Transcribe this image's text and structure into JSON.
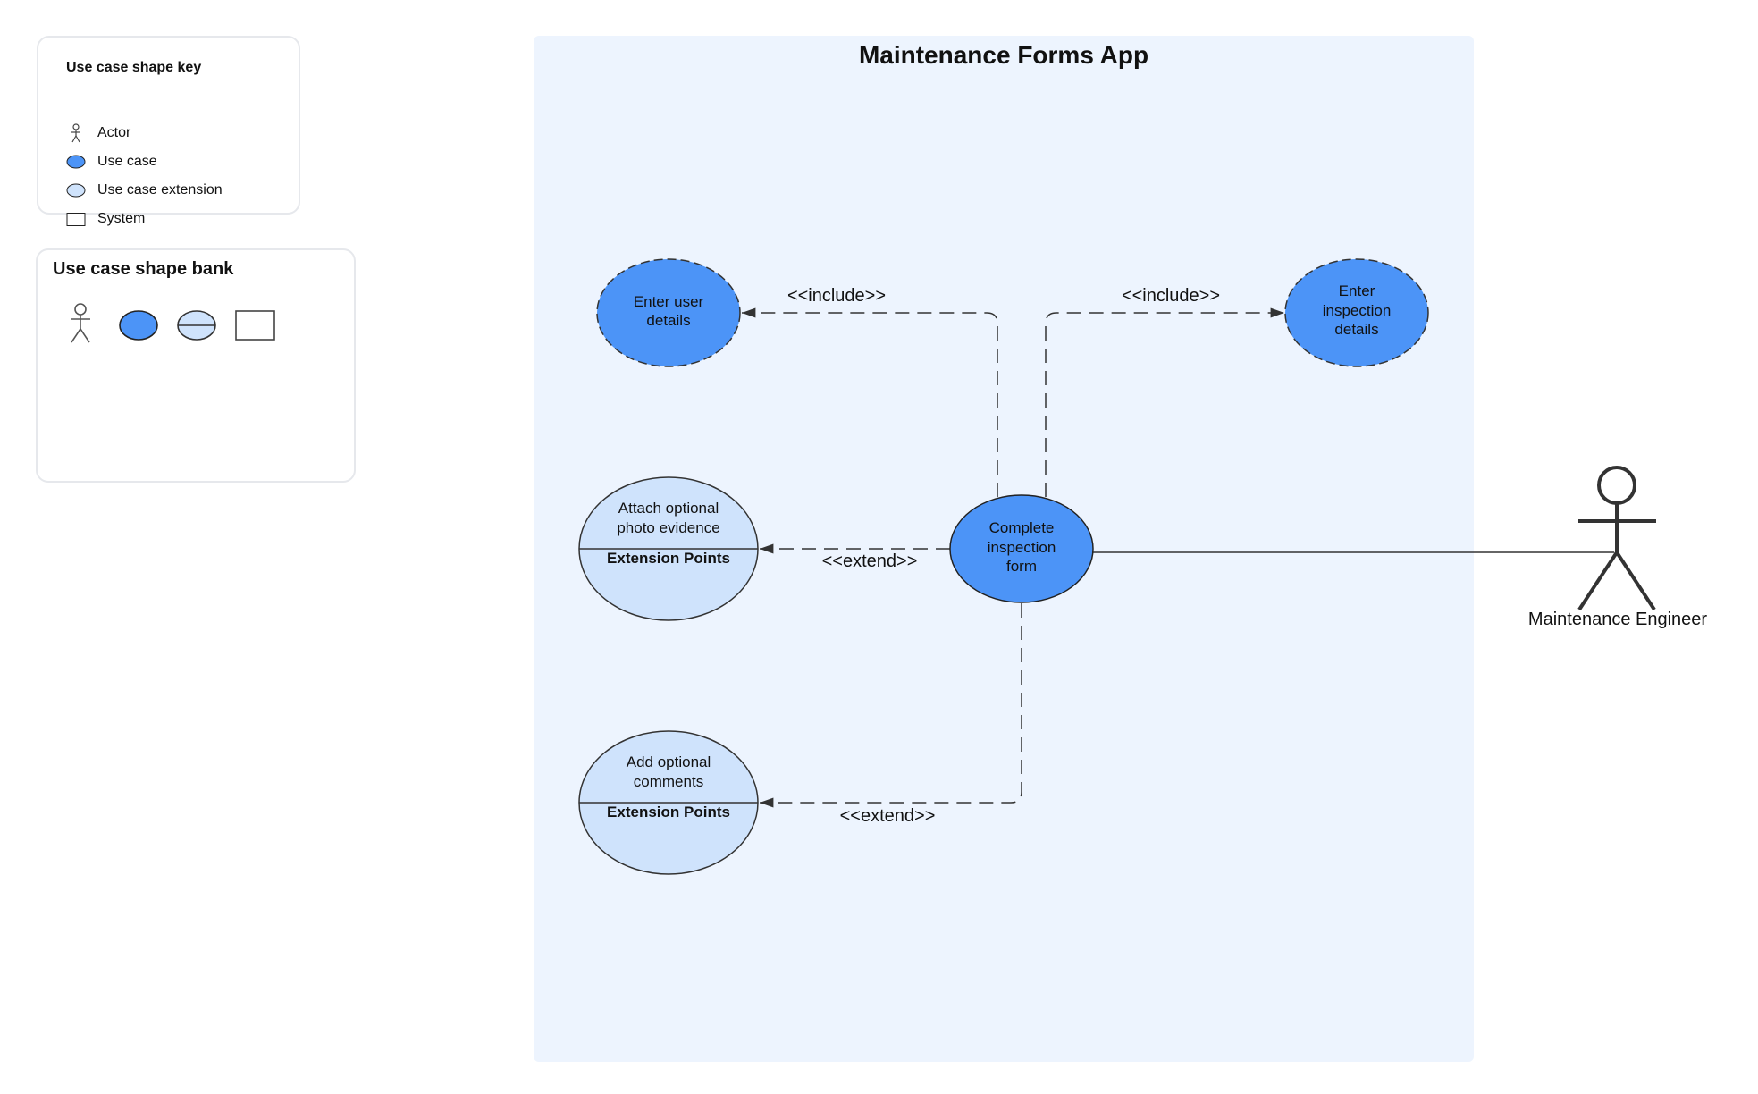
{
  "legend": {
    "title": "Use case shape key",
    "items": [
      {
        "icon": "actor-icon",
        "label": "Actor"
      },
      {
        "icon": "use-case-icon",
        "label": "Use case"
      },
      {
        "icon": "use-case-extension-icon",
        "label": "Use case extension"
      },
      {
        "icon": "system-icon",
        "label": "System"
      }
    ]
  },
  "shape_bank": {
    "title": "Use case shape bank",
    "shapes": [
      "actor-icon",
      "use-case-icon",
      "use-case-extension-icon",
      "system-icon"
    ]
  },
  "system": {
    "title": "Maintenance Forms App"
  },
  "use_cases": {
    "enter_user_details": {
      "lines": [
        "Enter user",
        "details"
      ]
    },
    "enter_inspection_details": {
      "lines": [
        "Enter",
        "inspection",
        "details"
      ]
    },
    "complete_inspection_form": {
      "lines": [
        "Complete",
        "inspection",
        "form"
      ]
    },
    "attach_photo": {
      "lines": [
        "Attach optional",
        "photo evidence"
      ],
      "section": "Extension Points"
    },
    "add_comments": {
      "lines": [
        "Add optional",
        "comments"
      ],
      "section": "Extension Points"
    }
  },
  "relations": {
    "include_left": "<<include>>",
    "include_right": "<<include>>",
    "extend_photo": "<<extend>>",
    "extend_comments": "<<extend>>"
  },
  "actor": {
    "name": "Maintenance Engineer"
  },
  "colors": {
    "system_fill": "#edf4fe",
    "use_case_fill": "#4c94f7",
    "extension_fill": "#cfe3fc",
    "line": "#333333"
  }
}
